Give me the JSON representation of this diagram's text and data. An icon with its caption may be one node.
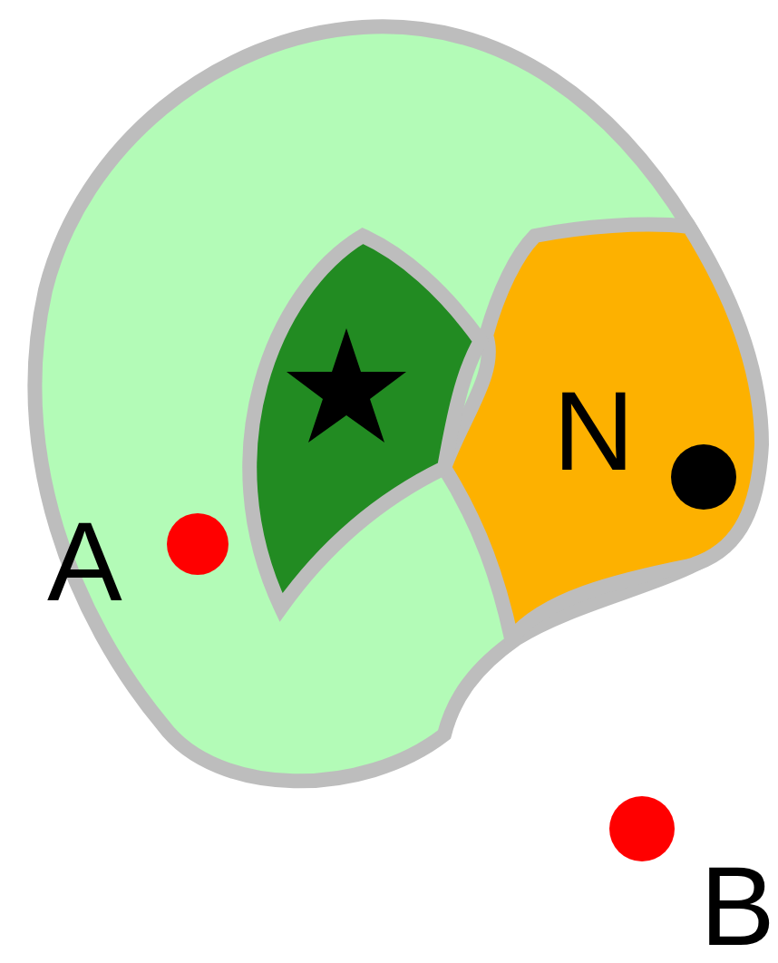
{
  "diagram": {
    "labels": [
      "A",
      "N",
      "B"
    ]
  }
}
